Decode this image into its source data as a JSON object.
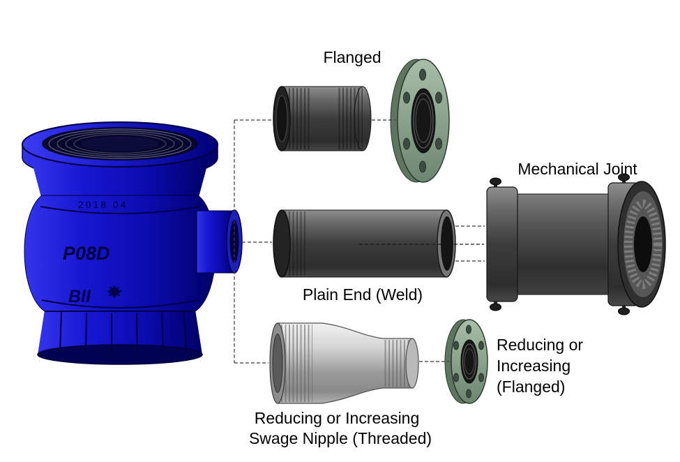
{
  "page": {
    "background": "#ffffff"
  },
  "colors": {
    "label-text": "#000000",
    "valve-blue": "#1a1ac8",
    "pipe-gray": "#4a4a4a",
    "flange-green": "#8fa68f",
    "swage-silver": "#c9c9c9"
  },
  "diagram": {
    "type": "exploded-view-connection-options",
    "valve": {
      "markings": {
        "date_code": "2018  04",
        "model": "P08D",
        "brand": "BII"
      }
    },
    "labels": {
      "flanged": "Flanged",
      "mechanical_joint": "Mechanical Joint",
      "plain_end_weld": "Plain End (Weld)",
      "reducing_flanged": [
        "Reducing or",
        "Increasing",
        "(Flanged)"
      ],
      "swage_nipple": [
        "Reducing or Increasing",
        "Swage Nipple (Threaded)"
      ]
    },
    "components": [
      {
        "name": "check-valve-body",
        "description": "blue valve body"
      },
      {
        "name": "threaded-nipple",
        "option": "Flanged"
      },
      {
        "name": "flange-disc-top",
        "option": "Flanged"
      },
      {
        "name": "plain-end-pipe",
        "option": "Plain End (Weld)"
      },
      {
        "name": "mechanical-joint-coupling",
        "option": "Mechanical Joint"
      },
      {
        "name": "swage-nipple",
        "option": "Reducing or Increasing Swage Nipple (Threaded)"
      },
      {
        "name": "flange-disc-bottom",
        "option": "Reducing or Increasing (Flanged)"
      }
    ]
  }
}
